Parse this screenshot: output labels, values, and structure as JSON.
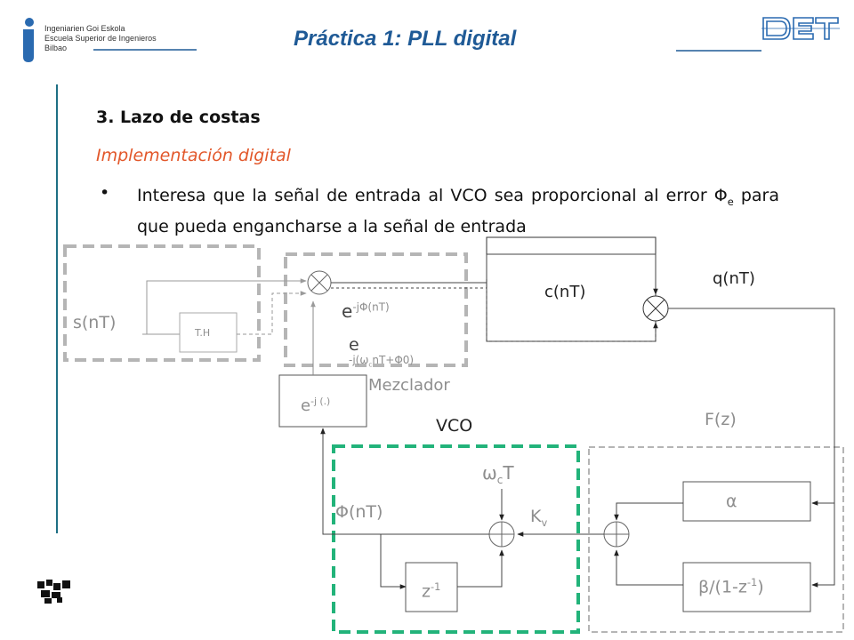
{
  "header": {
    "institution_lines": [
      "Ingeniarien Goi Eskola",
      "Escuela Superior de Ingenieros",
      "Bilbao"
    ],
    "title": "Práctica 1: PLL digital",
    "logo_right_text": "DET"
  },
  "content": {
    "section_heading": "3. Lazo de costas",
    "subheading": "Implementación digital",
    "bullet_before": "Interesa que la señal de entrada al VCO sea proporcional al error Φ",
    "bullet_sub": "e",
    "bullet_after": " para que pueda engancharse a la señal de entrada"
  },
  "diagram": {
    "input_signal": "s(nT)",
    "hilbert_block": "T.H",
    "phase_term": "e",
    "phase_term_exp": "-jΦ(nT)",
    "carrier_term": "e",
    "carrier_term_exp": "-j(ω",
    "carrier_term_exp_tail": "nT+Φ0)",
    "carrier_term_sub": "c",
    "mixer_label": "Mezclador",
    "exp_block": "e",
    "exp_block_exp": "-j (.)",
    "c_signal": "c(nT)",
    "q_signal": "q(nT)",
    "vco_label": "VCO",
    "filter_label": "F(z)",
    "omega_term": "ω",
    "omega_sub": "c",
    "omega_tail": "T",
    "phi_signal": "Φ(nT)",
    "gain_term": "K",
    "gain_sub": "v",
    "delay_block": "z",
    "delay_block_exp": "-1",
    "alpha_block": "α",
    "beta_block_pre": "β/(1-z",
    "beta_block_exp": "-1",
    "beta_block_post": ")"
  },
  "colors": {
    "title": "#1f5a96",
    "subheading": "#e2572a",
    "vco_frame": "#22b37a",
    "frame_gray": "#b5b5b5",
    "logo_blue": "#2a6ab0",
    "rule": "#1e6f84"
  }
}
